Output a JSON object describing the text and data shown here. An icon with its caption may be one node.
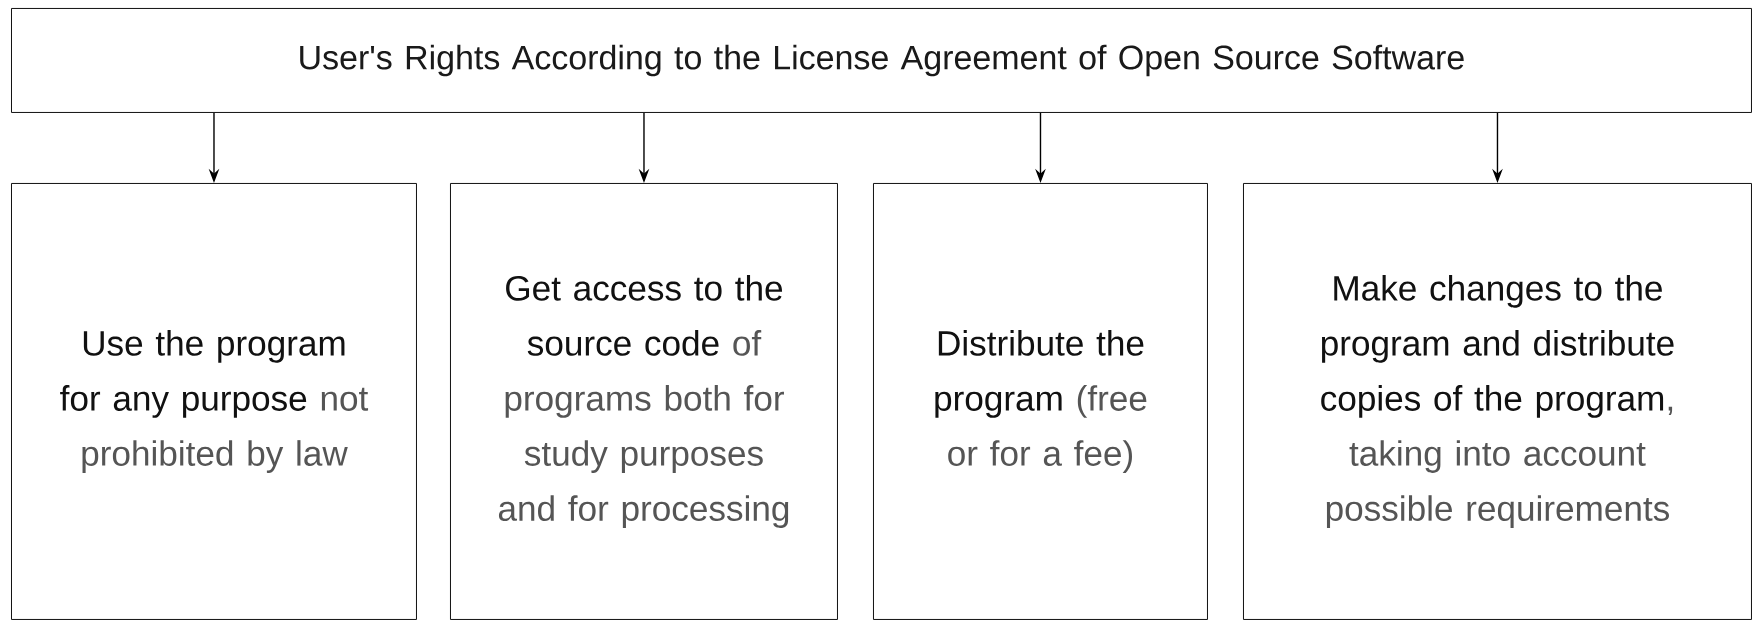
{
  "diagram": {
    "nodes": [
      {
        "text": [
          "User's Rights According to the License Agreement of Open Source Software"
        ]
      },
      {
        "text": [
          "**Use the program for any purpose** not prohibited by law"
        ]
      },
      {
        "text": [
          "**Get access to the source code** of programs both for study purposes and for processing"
        ]
      },
      {
        "text": [
          "**Distribute the program** (free or for a fee)"
        ]
      },
      {
        "text": [
          "**Make changes to the program and distribute copies of the program**, taking into account possible requirements"
        ]
      }
    ],
    "edges": [
      {
        "from": 0,
        "to": 1,
        "arrow": "to"
      },
      {
        "from": 0,
        "to": 2,
        "arrow": "to"
      },
      {
        "from": 0,
        "to": 3,
        "arrow": "to"
      },
      {
        "from": 0,
        "to": 4,
        "arrow": "to"
      }
    ]
  }
}
